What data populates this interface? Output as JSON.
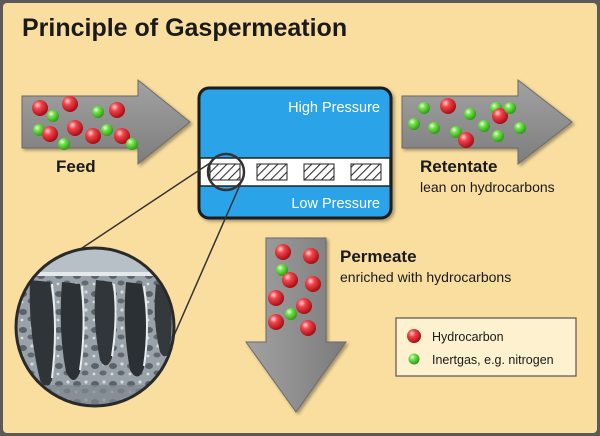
{
  "title": "Principle of Gaspermeation",
  "module": {
    "high_pressure": "High Pressure",
    "low_pressure": "Low Pressure"
  },
  "feed": {
    "label": "Feed"
  },
  "retentate": {
    "label": "Retentate",
    "sublabel": "lean on hydrocarbons"
  },
  "permeate": {
    "label": "Permeate",
    "sublabel": "enriched with hydrocarbons"
  },
  "legend": {
    "hydrocarbon": "Hydrocarbon",
    "inertgas": "Inertgas, e.g. nitrogen"
  },
  "colors": {
    "background": "#f9dea0",
    "frame": "#5a5a5a",
    "arrow": "#8c8c8c",
    "module_blue": "#2aa3e8",
    "hydrocarbon": "#e4262e",
    "inertgas": "#5dd43a"
  }
}
